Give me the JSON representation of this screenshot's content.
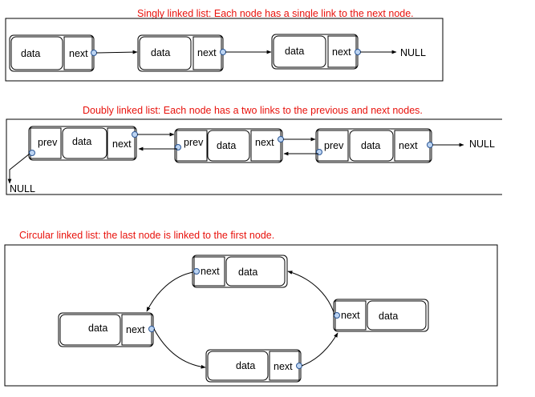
{
  "colors": {
    "caption": "#e8120c",
    "stroke": "#000000",
    "background": "#ffffff"
  },
  "singly": {
    "caption": "Singly linked list: Each node has a single link to the next node.",
    "nodes": [
      {
        "data": "data",
        "next": "next"
      },
      {
        "data": "data",
        "next": "next"
      },
      {
        "data": "data",
        "next": "next"
      }
    ],
    "null_label": "NULL"
  },
  "doubly": {
    "caption": "Doubly linked list: Each node has a two links to the previous and next nodes.",
    "nodes": [
      {
        "prev": "prev",
        "data": "data",
        "next": "next"
      },
      {
        "prev": "prev",
        "data": "data",
        "next": "next"
      },
      {
        "prev": "prev",
        "data": "data",
        "next": "next"
      }
    ],
    "null_left": "NULL",
    "null_right": "NULL"
  },
  "circular": {
    "caption": "Circular linked list: the last node is linked to the first node.",
    "nodes": [
      {
        "data": "data",
        "next": "next"
      },
      {
        "data": "data",
        "next": "next"
      },
      {
        "data": "data",
        "next": "next"
      },
      {
        "data": "data",
        "next": "next"
      }
    ]
  }
}
